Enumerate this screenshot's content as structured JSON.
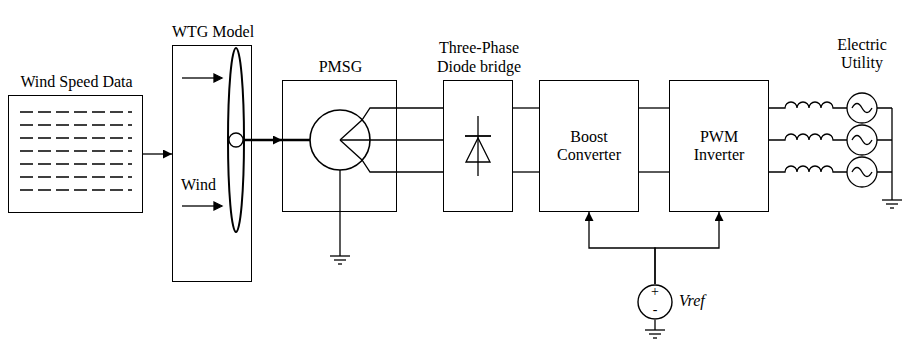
{
  "diagram": {
    "nodes": [
      {
        "text": [
          "Wind Speed Data"
        ]
      },
      {
        "text": [
          "WTG Model",
          "Wind"
        ]
      },
      {
        "text": [
          "PMSG"
        ]
      },
      {
        "text": [
          "Three-Phase Diode bridge"
        ]
      },
      {
        "text": [
          "Boost Converter"
        ]
      },
      {
        "text": [
          "PWM Inverter"
        ]
      },
      {
        "text": [
          "+",
          "-",
          "Vref"
        ]
      }
    ],
    "edges": [
      {
        "from": 0,
        "to": 1,
        "arrow": "to"
      },
      {
        "from": 1,
        "to": 2,
        "arrow": "to"
      },
      {
        "from": 2,
        "to": 3,
        "arrow": "none"
      },
      {
        "from": 2,
        "to": 3,
        "arrow": "none"
      },
      {
        "from": 2,
        "to": 3,
        "arrow": "none"
      },
      {
        "from": 3,
        "to": 4,
        "arrow": "none"
      },
      {
        "from": 3,
        "to": 4,
        "arrow": "none"
      },
      {
        "from": 4,
        "to": 5,
        "arrow": "none"
      },
      {
        "from": 4,
        "to": 5,
        "arrow": "none"
      },
      {
        "from": 6,
        "to": 4,
        "arrow": "to"
      },
      {
        "from": 6,
        "to": 5,
        "arrow": "to"
      }
    ],
    "labels": [
      "Electric Utility"
    ]
  }
}
